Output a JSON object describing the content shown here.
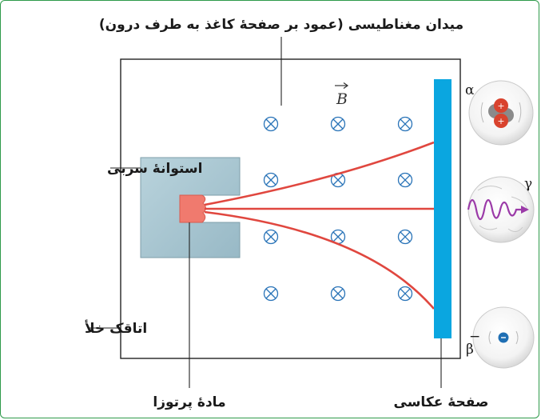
{
  "labels": {
    "magnetic_field": "میدان مغناطیسی (عمود بر صفحۀ کاغذ به طرف درون)",
    "lead_cylinder": "استوانۀ سربی",
    "vacuum_chamber": "اتاقک خلأ",
    "radioactive_material": "مادۀ پرتوزا",
    "photographic_plate": "صفحۀ عکاسی",
    "field_symbol": "B",
    "alpha": "α",
    "gamma": "γ",
    "beta": "β",
    "beta_sign": "−"
  },
  "colors": {
    "frame": "#2e9a4a",
    "chamber": "#222222",
    "lead": "#a9c7d2",
    "source": "#f07a6e",
    "tracks": "#e0473f",
    "plate": "#0aa6e0",
    "field_marks": "#2a74b8",
    "gamma_wave": "#9b3aa8",
    "alpha_particles": "#d9432e",
    "beta_particle": "#1f6fb4"
  },
  "icons": {
    "field_mark": "circled-cross-icon",
    "alpha": "helium-nucleus-icon",
    "gamma": "wave-packet-icon",
    "beta": "electron-icon"
  }
}
